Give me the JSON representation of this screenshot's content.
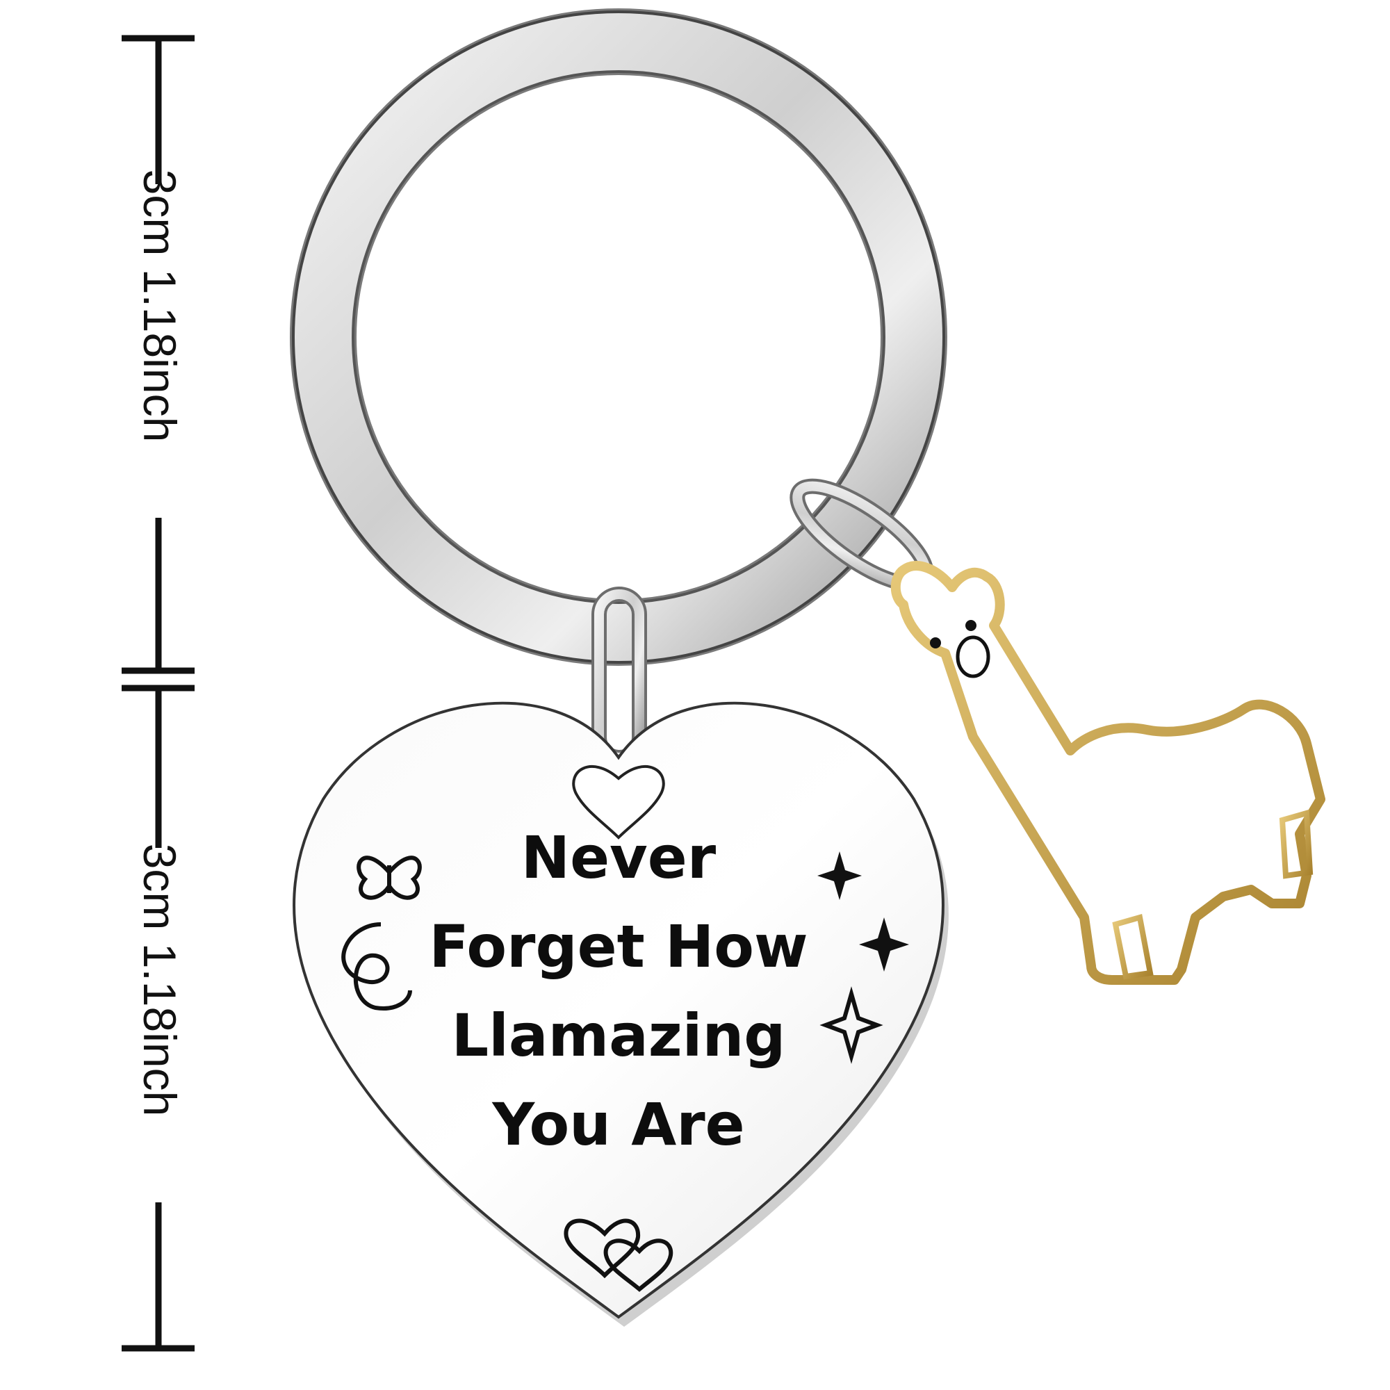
{
  "dimensions": {
    "top": {
      "label": "3cm 1.18inch"
    },
    "bottom": {
      "label": "3cm 1.18inch"
    }
  },
  "pendant": {
    "engraving_lines": [
      "Never",
      "Forget How",
      "Llamazing",
      "You Are"
    ]
  },
  "colors": {
    "metal": "#d9d9d9",
    "ring_shadow": "#8a8a8a",
    "ink": "#0d0d0d",
    "gold": "#c9a44a"
  },
  "icons": [
    "butterfly-icon",
    "swirl-icon",
    "sparkle-icon",
    "double-heart-icon",
    "llama-charm-icon"
  ]
}
